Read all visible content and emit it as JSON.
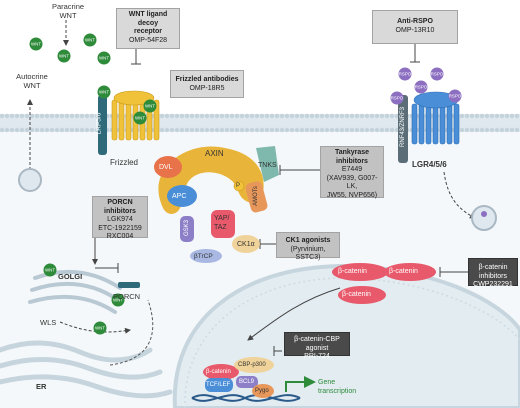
{
  "paracrine_wnt": [
    "Paracrine",
    "WNT"
  ],
  "autocrine_wnt": [
    "Autocrine",
    "WNT"
  ],
  "wnt_label": "WNT",
  "rspo_label": "RSPO",
  "boxes": {
    "wnt_decoy": {
      "title": [
        "WNT ligand decoy",
        "receptor"
      ],
      "drug": "OMP-54F28"
    },
    "anti_rspo": {
      "title": "Anti-RSPO",
      "drug": "OMP-13R10"
    },
    "frizzled_ab": {
      "title": "Frizzled antibodies",
      "drug": "OMP-18R5"
    },
    "tankyrase": {
      "title": "Tankyrase inhibitors",
      "drugs": [
        "E7449",
        "(XAV939, G007-LK,",
        "JW55, NVP656)"
      ]
    },
    "porcn": {
      "title": "PORCN inhibitors",
      "drugs": [
        "LGK974",
        "ETC-1922159",
        "RXC004"
      ]
    },
    "ck1": {
      "title": "CK1 agonists",
      "drugs": "(Pyrvinium, SSTC3)"
    },
    "bcat_inhib": {
      "title": "β-catenin inhibitors",
      "drug": "CWP232291"
    },
    "cbp": {
      "title": "β-catenin-CBP agonist",
      "drug": "PRI-724"
    }
  },
  "labels": {
    "lrp": "LRP5/6",
    "frizzled": "Frizzled",
    "rnf": "RNF43/ZNRF3",
    "lgr": "LGR4/5/6",
    "golgi": "GOLGI",
    "porcn": "PORCN",
    "wls": "WLS",
    "er": "ER",
    "gene": [
      "Gene",
      "transcription"
    ]
  },
  "complex": {
    "dvl": "DVL",
    "axin": "AXIN",
    "apc": "APC",
    "tnks": "TNKS",
    "p": "P",
    "amots": "AMOTs",
    "yap": [
      "YAP/",
      "TAZ"
    ],
    "gsk3": "GSK3",
    "ck1": "CK1α",
    "btrcp": "βTrCP"
  },
  "bcat": {
    "label": "β-catenin"
  },
  "nucleus": {
    "bcat": "β-catenin",
    "cbp": "CBP-p300",
    "tcf": "TCF/LEF",
    "bcl9": "BCL9",
    "pygo": "Pygo"
  },
  "colors": {
    "wnt_ball": "#2e8b3a",
    "rspo_ball": "#8d6fc2",
    "frizzled": "#f0c23a",
    "lrp": "#2f6a7a",
    "axin": "#e8b53a",
    "dvl": "#e8734a",
    "apc": "#4a8ed8",
    "tnks": "#7fb9ad",
    "amots": "#e8975a",
    "bcatenin": "#e85a6b",
    "gsk3": "#8c7fc7",
    "ck1": "#f0d39a",
    "btrcp": "#a8b8e3",
    "membrane": "#c4d2dc",
    "nucleus": "#eaf1f5"
  }
}
